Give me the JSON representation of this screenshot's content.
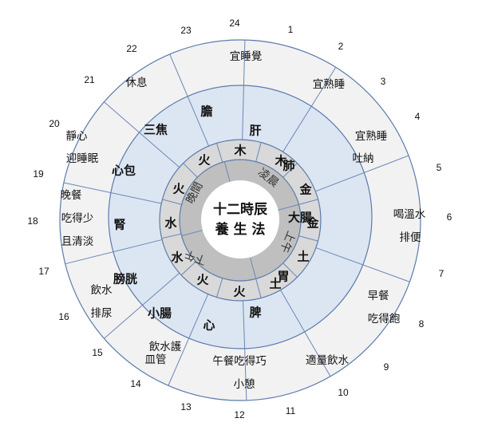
{
  "center": {
    "line1": "十二時辰",
    "line2": "養 生 法"
  },
  "colors": {
    "outer": "#f2f2f2",
    "organ_ring": "#dce6f2",
    "element_ring": "#d9d9d9",
    "period_ring": "#bfbfbf",
    "stroke": "#5b7bab"
  },
  "hours": [
    "24",
    "1",
    "2",
    "3",
    "4",
    "5",
    "6",
    "7",
    "8",
    "9",
    "10",
    "11",
    "12",
    "13",
    "14",
    "15",
    "16",
    "17",
    "18",
    "19",
    "20",
    "21",
    "22",
    "23"
  ],
  "segments": [
    {
      "advice": [
        "宜睡覺"
      ],
      "organ": "膽",
      "element": "木"
    },
    {
      "advice": [
        "宜熟睡"
      ],
      "organ": "肝",
      "element": "木"
    },
    {
      "advice": [
        "宜熟睡",
        "吐納"
      ],
      "organ": "肺",
      "element": "金"
    },
    {
      "advice": [
        "喝溫水",
        "排便"
      ],
      "organ": "大腸",
      "element": "金"
    },
    {
      "advice": [
        "早餐",
        "吃得飽"
      ],
      "organ": "胃",
      "element": "土"
    },
    {
      "advice": [
        "適量飲水"
      ],
      "organ": "脾",
      "element": "土"
    },
    {
      "advice": [
        "午餐吃得巧",
        "小憩"
      ],
      "organ": "心",
      "element": "火"
    },
    {
      "advice": [
        "飲水護",
        "皿管"
      ],
      "organ": "小腸",
      "element": "火"
    },
    {
      "advice": [
        "飲水",
        "排尿"
      ],
      "organ": "膀胱",
      "element": "水"
    },
    {
      "advice": [
        "晚餐",
        "吃得少",
        "且清淡"
      ],
      "organ": "腎",
      "element": "水"
    },
    {
      "advice": [
        "靜心",
        "迎睡眠"
      ],
      "organ": "心包",
      "element": "火"
    },
    {
      "advice": [
        "休息"
      ],
      "organ": "三焦",
      "element": "火"
    }
  ],
  "periods": [
    "凌晨",
    "上午",
    "下午",
    "晚間"
  ]
}
